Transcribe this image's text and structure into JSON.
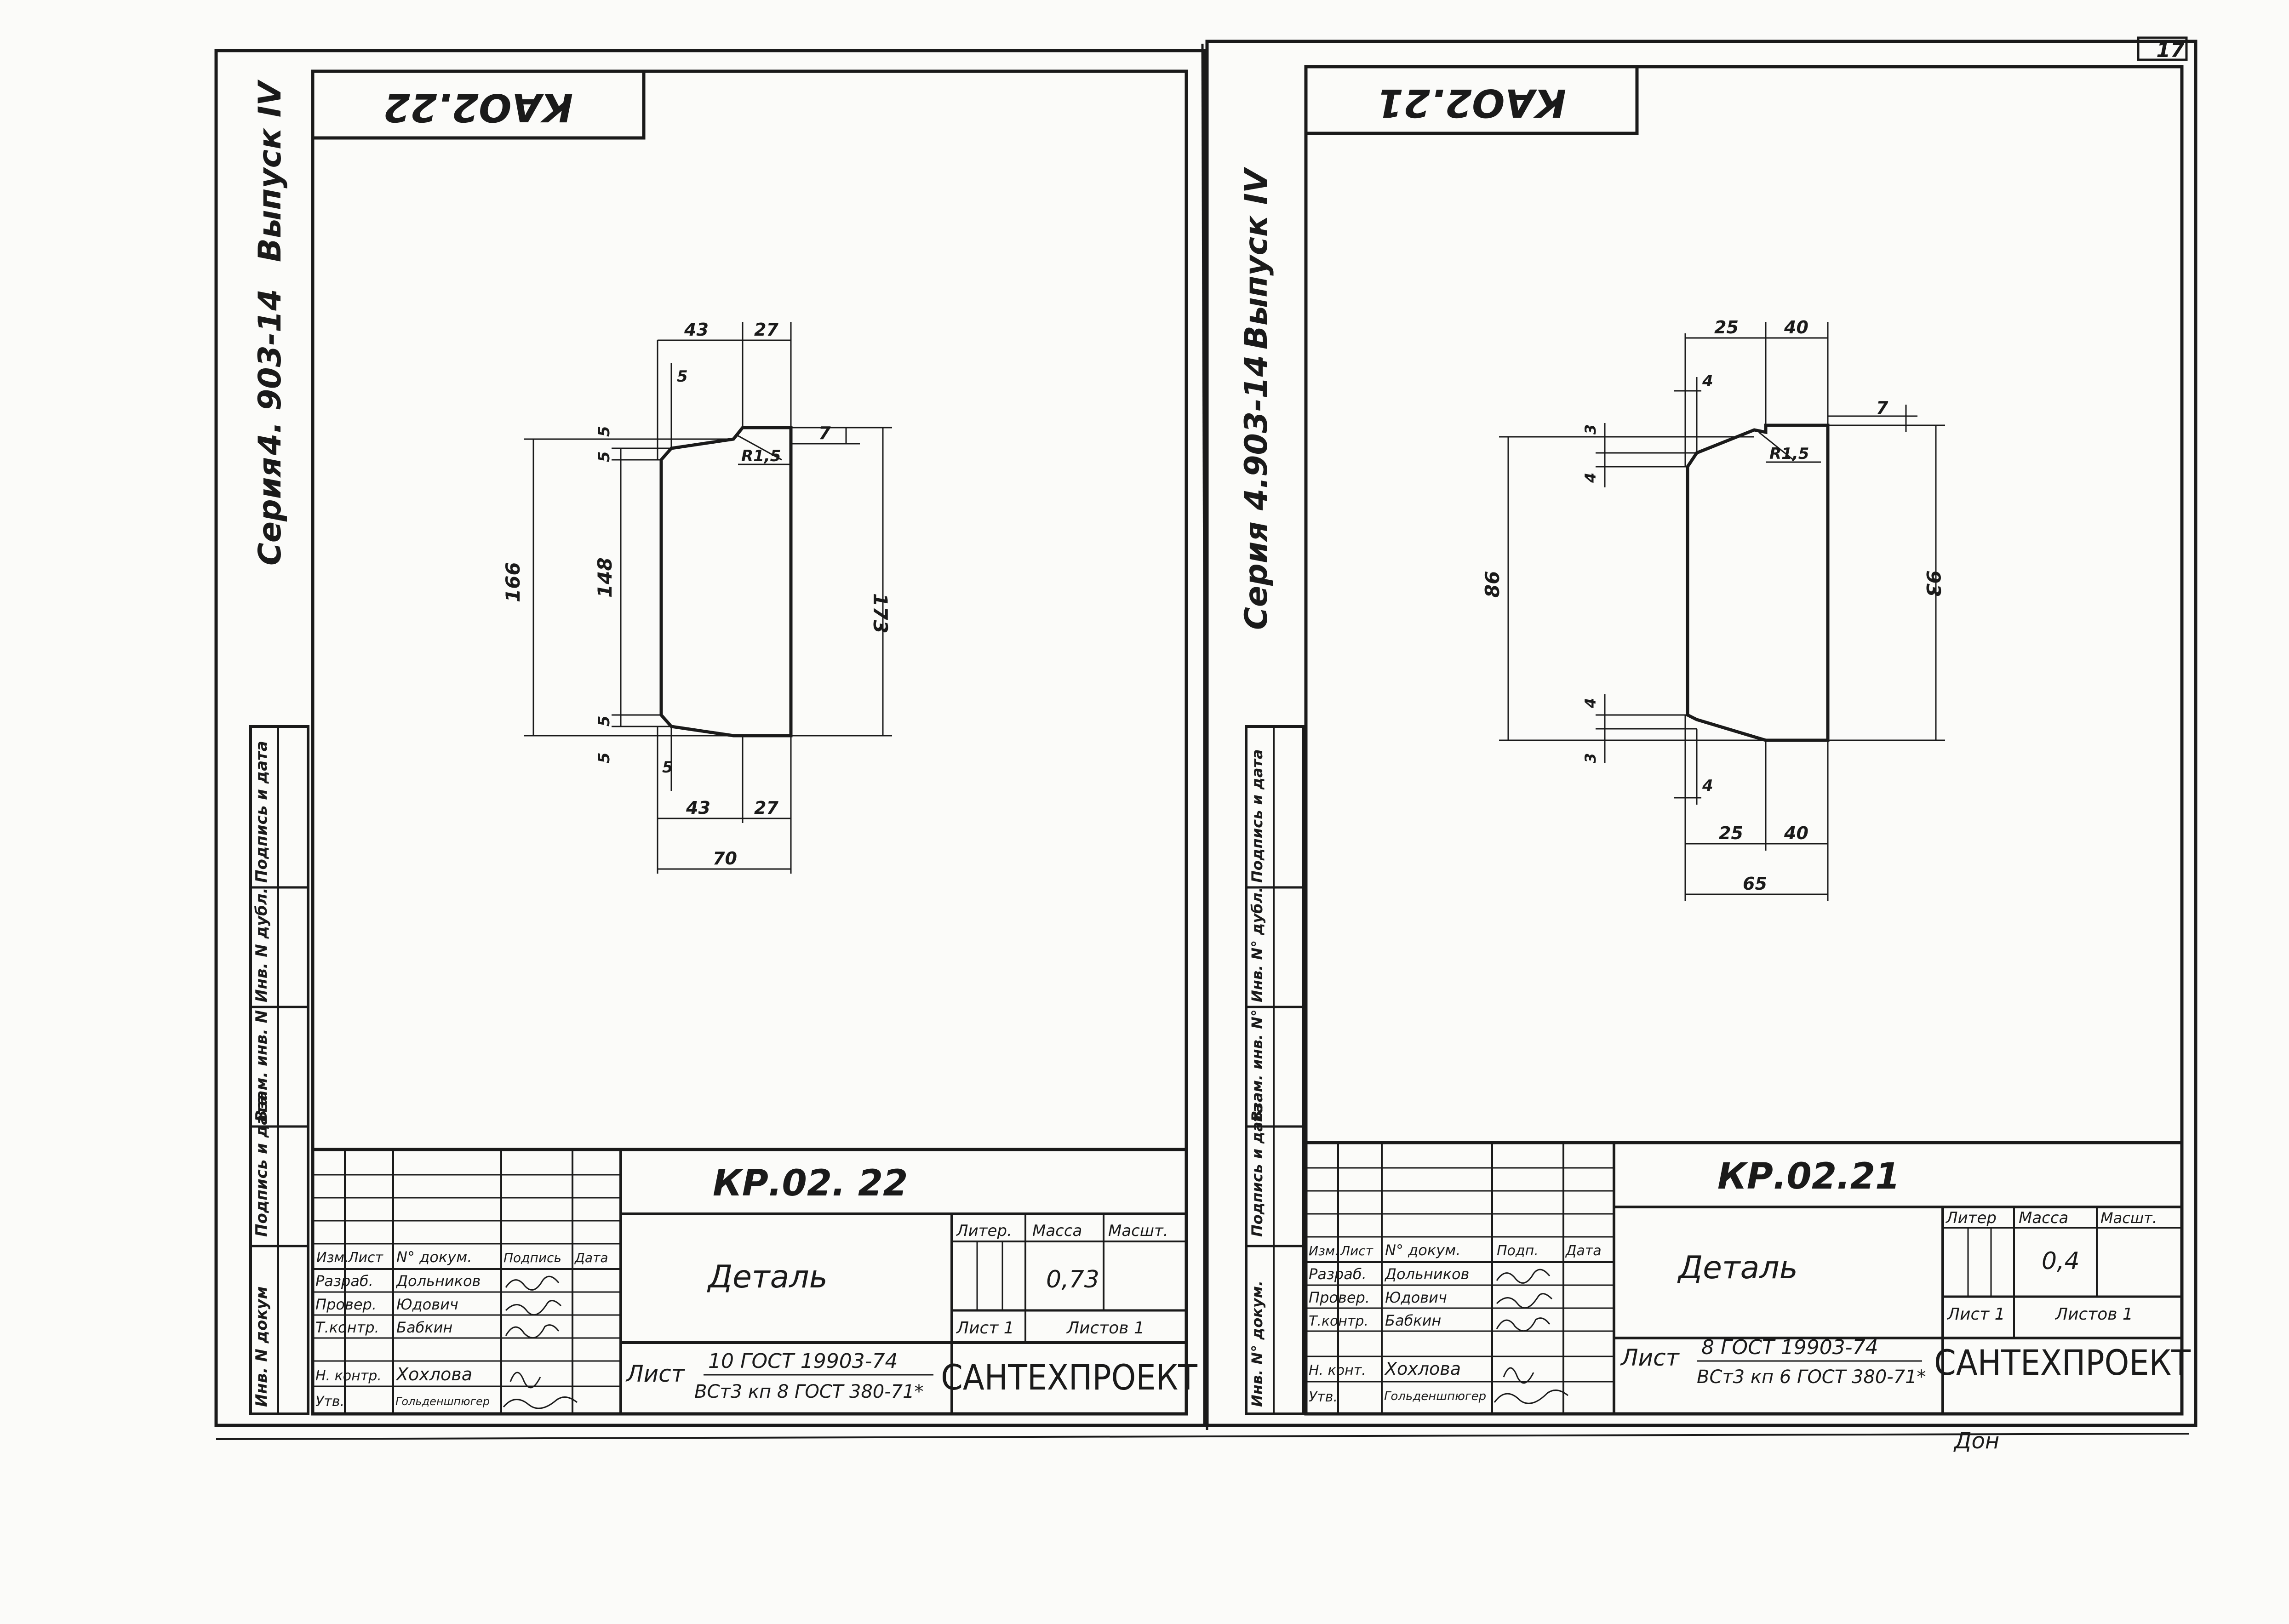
{
  "page_number": "17",
  "bottom_mark": "Дон",
  "sheets": {
    "left": {
      "corner_code": "КАО2.22",
      "series_label": "Серия",
      "series_value": "4. 903-14",
      "issue_label": "Выпуск IV",
      "side_columns": [
        "Инв. N докум",
        "Подпись и дата",
        "Взам. инв. N",
        "Инв. N дубл.",
        "Подпись и дата"
      ],
      "title_block": {
        "designation": "КР.02. 22",
        "name": "Деталь",
        "liter_label": "Литер.",
        "mass_label": "Масса",
        "scale_label": "Масшт.",
        "mass_value": "0,73",
        "sheet_label": "Лист 1",
        "sheets_total_label": "Листов 1",
        "material_prefix": "Лист",
        "material_top": "10 ГОСТ 19903-74",
        "material_bottom": "ВСт3 кп 8 ГОСТ 380-71*",
        "organization": "САНТЕХПРОЕКТ",
        "header_row": [
          "Изм.",
          "Лист",
          "N° докум.",
          "Подпись",
          "Дата"
        ],
        "roles": [
          {
            "role": "Разраб.",
            "name": "Дольников"
          },
          {
            "role": "Провер.",
            "name": "Юдович"
          },
          {
            "role": "Т.контр.",
            "name": "Бабкин"
          },
          {
            "role": "Н. контр.",
            "name": "Хохлова"
          },
          {
            "role": "Утв.",
            "name": "Гольденшпюгер"
          }
        ]
      },
      "dimensions": {
        "top_a": "43",
        "top_b": "27",
        "top_gap": "5",
        "left_small_1": "5",
        "left_small_2": "5",
        "left_small_3": "5",
        "left_small_4": "5",
        "bottom_gap": "5",
        "overall_left": "166",
        "inner_left": "148",
        "overall_right": "173",
        "right_small": "7",
        "radius": "R1,5",
        "bottom_a": "43",
        "bottom_b": "27",
        "bottom_total": "70"
      }
    },
    "right": {
      "corner_code": "КАО2.21",
      "series_label": "Серия",
      "series_value": "4.903-14",
      "issue_label": "Выпуск IV",
      "side_columns": [
        "Инв. N° докум.",
        "Подпись и дата",
        "Взам. инв. N°",
        "Инв. N° дубл.",
        "Подпись и дата"
      ],
      "title_block": {
        "designation": "КР.02.21",
        "name": "Деталь",
        "liter_label": "Литер",
        "mass_label": "Масса",
        "scale_label": "Масшт.",
        "mass_value": "0,4",
        "sheet_label": "Лист 1",
        "sheets_total_label": "Листов 1",
        "material_prefix": "Лист",
        "material_top": "8 ГОСТ 19903-74",
        "material_bottom": "ВСт3 кп 6 ГОСТ 380-71*",
        "organization": "САНТЕХПРОЕКТ",
        "header_row": [
          "Изм.",
          "Лист",
          "N° докум.",
          "Подп.",
          "Дата"
        ],
        "roles": [
          {
            "role": "Разраб.",
            "name": "Дольников"
          },
          {
            "role": "Провер.",
            "name": "Юдович"
          },
          {
            "role": "Т.контр.",
            "name": "Бабкин"
          },
          {
            "role": "Н. конт.",
            "name": "Хохлова"
          },
          {
            "role": "Утв.",
            "name": "Гольденшпюгер"
          }
        ]
      },
      "dimensions": {
        "top_a": "25",
        "top_b": "40",
        "top_gap": "4",
        "left_small_1": "3",
        "left_small_2": "4",
        "left_small_3": "4",
        "left_small_4": "3",
        "bottom_gap": "4",
        "overall_left": "86",
        "overall_right": "93",
        "right_small": "7",
        "radius": "R1,5",
        "bottom_a": "25",
        "bottom_b": "40",
        "bottom_total": "65"
      }
    }
  }
}
